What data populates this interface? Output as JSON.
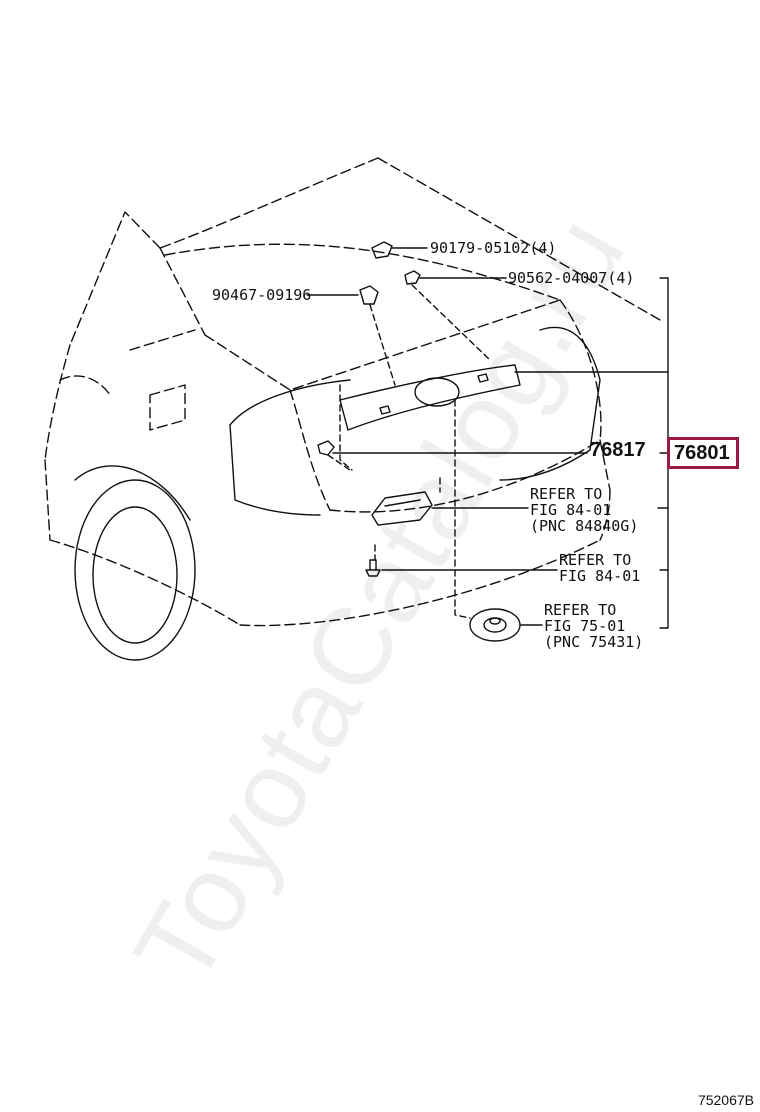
{
  "diagram": {
    "watermark": "ToyotaCatalog.ru",
    "figure_code": "752067B",
    "highlight_color": "#9b1b40",
    "line_color": "#111111",
    "parts": [
      {
        "id": "p1",
        "text": "90179-05102(4)"
      },
      {
        "id": "p2",
        "text": "90562-04007(4)"
      },
      {
        "id": "p3",
        "text": "90467-09196"
      },
      {
        "id": "p4",
        "text": "76817"
      },
      {
        "id": "p5",
        "text": "76801",
        "highlighted": true
      }
    ],
    "refs": [
      {
        "id": "r1",
        "lines": [
          "REFER TO",
          "FIG 84-01",
          "(PNC 84840G)"
        ]
      },
      {
        "id": "r2",
        "lines": [
          "REFER TO",
          "FIG 84-01"
        ]
      },
      {
        "id": "r3",
        "lines": [
          "REFER TO",
          "FIG 75-01",
          "(PNC 75431)"
        ]
      }
    ]
  }
}
